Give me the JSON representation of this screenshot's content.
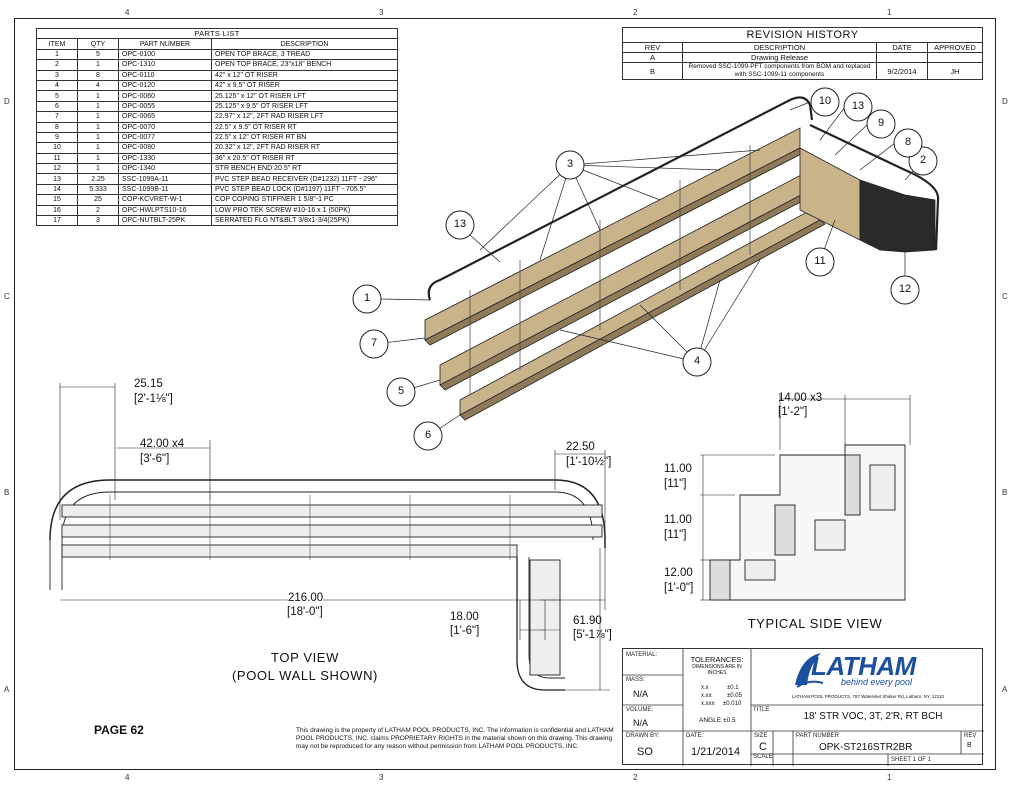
{
  "parts_list": {
    "caption": "PARTS LIST",
    "headers": [
      "ITEM",
      "QTY",
      "PART NUMBER",
      "DESCRIPTION"
    ],
    "rows": [
      [
        "1",
        "5",
        "OPC-0100",
        "OPEN TOP BRACE, 3 TREAD"
      ],
      [
        "2",
        "1",
        "OPC-1310",
        "OPEN TOP BRACE, 23\"x18\" BENCH"
      ],
      [
        "3",
        "8",
        "OPC-0110",
        "42\" x 12\" OT RISER"
      ],
      [
        "4",
        "4",
        "OPC-0120",
        "42\" x 9.5\" OT RISER"
      ],
      [
        "5",
        "1",
        "OPC-0060",
        "25.125\" x 12\" OT RISER LFT"
      ],
      [
        "6",
        "1",
        "OPC-0055",
        "25.125\" x 9.5\" OT RISER LFT"
      ],
      [
        "7",
        "1",
        "OPC-0065",
        "22.97\" x 12\", 2FT RAD RISER LFT"
      ],
      [
        "8",
        "1",
        "OPC-0070",
        "22.5\" x 9.5\" OT RISER RT"
      ],
      [
        "9",
        "1",
        "OPC-0077",
        "22.5\" x 12\" OT RISER RT BN"
      ],
      [
        "10",
        "1",
        "OPC-0080",
        "20.32\" x 12\", 2FT RAD RISER RT"
      ],
      [
        "11",
        "1",
        "OPC-1330",
        "36\" x 20.5\" OT RISER RT"
      ],
      [
        "12",
        "1",
        "OPC-1340",
        "STR BENCH END 20.5\" RT"
      ],
      [
        "13",
        "2.25",
        "SSC-1099A-11",
        "PVC STEP BEAD RECEIVER (D#1232) 11FT - 296\""
      ],
      [
        "14",
        "5.333",
        "SSC-1099B-11",
        "PVC STEP BEAD LOCK (D#1197) 11FT - 705.5\""
      ],
      [
        "15",
        "25",
        "COP-KCVRET-W-1",
        "COP COPING STIFFNER 1 5/8\"-1 PC"
      ],
      [
        "16",
        "2",
        "OPC-HWLPTS10-16",
        "LOW PRO TEK SCREW #10-16 x 1 (50PK)"
      ],
      [
        "17",
        "3",
        "OPC-NUTBLT-25PK",
        "SERRATED FLG NT&BLT 3/8x1-3/4(25PK)"
      ]
    ]
  },
  "revision_history": {
    "caption": "REVISION HISTORY",
    "headers": [
      "REV",
      "DESCRIPTION",
      "DATE",
      "APPROVED"
    ],
    "rows": [
      [
        "A",
        "Drawing Release",
        "",
        ""
      ],
      [
        "B",
        "Removed SSC-1099-PFT components from BOM and replaced with SSC-1099-11 components",
        "9/2/2014",
        "JH"
      ]
    ]
  },
  "zones": {
    "top": [
      "4",
      "3",
      "2",
      "1"
    ],
    "side": [
      "D",
      "C",
      "B",
      "A"
    ]
  },
  "balloons": [
    "1",
    "2",
    "3",
    "4",
    "5",
    "6",
    "7",
    "8",
    "9",
    "10",
    "11",
    "12",
    "13",
    "13"
  ],
  "dimensions": {
    "d1": "25.15",
    "d1b": "[2'-1⅛\"]",
    "d2": "42.00 x4",
    "d2b": "[3'-6\"]",
    "d3": "22.50",
    "d3b": "[1'-10½\"]",
    "d4": "216.00",
    "d4b": "[18'-0\"]",
    "d5": "18.00",
    "d5b": "[1'-6\"]",
    "d6": "61.90",
    "d6b": "[5'-1⅞\"]",
    "s1": "14.00 x3",
    "s1b": "[1'-2\"]",
    "s2": "11.00",
    "s2b": "[11\"]",
    "s3": "11.00",
    "s3b": "[11\"]",
    "s4": "12.00",
    "s4b": "[1'-0\"]"
  },
  "views": {
    "top_view": "TOP VIEW",
    "top_view_sub": "(POOL WALL SHOWN)",
    "side_view": "TYPICAL SIDE VIEW"
  },
  "page_label": "PAGE 62",
  "disclaimer": "This drawing is the property of LATHAM POOL PRODUCTS, INC. The information is confidential and LATHAM POOL PRODUCTS, INC. claims PROPRIETARY RIGHTS in the material shown on this drawing. This drawing may not be reproduced for any reason without permission from LATHAM POOL PRODUCTS, INC.",
  "title_block": {
    "material_label": "MATERIAL:",
    "mass_label": "MASS:",
    "mass_value": "N/A",
    "volume_label": "VOLUME:",
    "volume_value": "N/A",
    "drawn_by_label": "DRAWN BY:",
    "drawn_by_value": "SO",
    "tolerances_label": "TOLERANCES:",
    "tolerances_note": "DIMENSIONS ARE IN INCHES",
    "tol_rows": [
      [
        "x.x",
        "±0.1"
      ],
      [
        "x.xx",
        "±0.05"
      ],
      [
        "x.xxx",
        "±0.010"
      ]
    ],
    "angle_label": "ANGLE",
    "angle_value": "±0.5",
    "date_label": "DATE:",
    "date_value": "1/21/2014",
    "logo_text": "LATHAM",
    "logo_tagline": "behind every pool",
    "company_address": "LATHAM POOL PRODUCTS, 787 Watervliet Shaker Rd, Latham, NY, 12110",
    "title_label": "TITLE",
    "title_value": "18' STR VOC, 3T, 2'R, RT BCH",
    "size_label": "SIZE",
    "size_value": "C",
    "part_number_label": "PART NUMBER",
    "part_number_value": "OPK-ST216STR2BR",
    "rev_label": "REV",
    "rev_value": "B",
    "scale_label": "SCALE",
    "sheet_label": "SHEET 1 OF 1"
  },
  "colors": {
    "riser": "#c9b38a",
    "riser_dark": "#8f7b57",
    "bench": "#2a2a2a",
    "logo_blue": "#1b4fa0"
  }
}
